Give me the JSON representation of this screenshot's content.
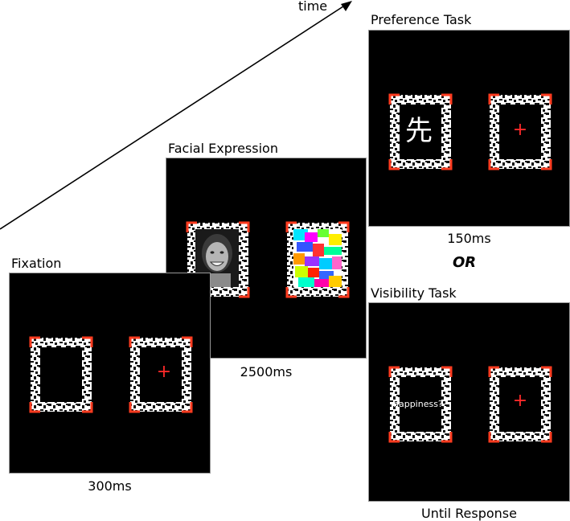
{
  "axis": {
    "time_label": "time"
  },
  "fixation": {
    "title": "Fixation",
    "duration": "300ms"
  },
  "facial": {
    "title": "Facial Expression",
    "duration": "2500ms"
  },
  "preference": {
    "title": "Preference Task",
    "duration": "150ms",
    "stimulus": "先"
  },
  "separator": "OR",
  "visibility": {
    "title": "Visibility Task",
    "duration": "Until Response",
    "question": "happiness?"
  },
  "colors": {
    "screen": "#000000",
    "frame_corner": "#ff3b1f",
    "cross": "#ff2a2a",
    "text": "#000000"
  }
}
